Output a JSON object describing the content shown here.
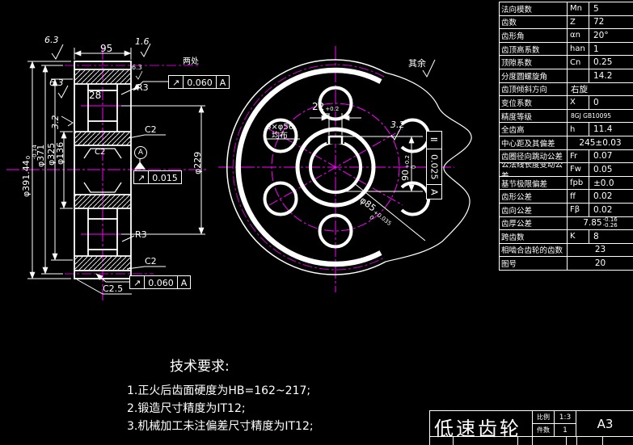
{
  "colors": {
    "background": "#000000",
    "line": "#FFFFFF",
    "centerline": "#FF00FF",
    "pitch_line": "#C800C8"
  },
  "drawing": {
    "tech_requirements": {
      "title": "技术要求:",
      "items": [
        "1.正火后齿面硬度为HB=162~217;",
        "2.锻造尺寸精度为IT12;",
        "3.机械加工未注偏差尺寸精度为IT12;"
      ]
    },
    "left_view": {
      "dim_width": "95",
      "dim_28": "28",
      "rough_top_left": "6.3",
      "rough_top_right": "1.6",
      "rough_flank": "6.3",
      "rough_left_face": "6.3",
      "rough_left_face2": "3.2",
      "r3_top": "R3",
      "r3_bottom": "R3",
      "c2_rim_top": "C2",
      "c2_bore_top": "C2",
      "c2_rim_bottom": "C2",
      "c25_bottom": "C2.5",
      "dia_outer": "φ391.44",
      "dia_outer_tol_up": "0",
      "dia_outer_tol_dn": "-0.14",
      "dia_371": "φ371",
      "dia_325": "φ325",
      "dia_136": "φ136",
      "dia_229": "φ229",
      "note_two_places": "两处",
      "fcf_top": {
        "symbol": "↗",
        "value": "0.060",
        "datum": "A"
      },
      "fcf_mid": {
        "symbol": "↗",
        "value": "0.015"
      },
      "fcf_bottom": {
        "symbol": "↗",
        "value": "0.060",
        "datum": "A"
      },
      "datum_label": "A"
    },
    "front_view": {
      "rest_note": "其余",
      "holes_note_line1": "6×φ56",
      "holes_note_line2": "均布",
      "keyway_width": "22",
      "keyway_width_tol_up": "+0.2",
      "keyway_width_tol_dn": "0",
      "keyway_depth": "90",
      "keyway_depth_tol_up": "+0.2",
      "keyway_depth_tol_dn": "0",
      "bore_dia": "φ85",
      "bore_dia_tol_up": "+0.035",
      "bore_dia_tol_dn": "0",
      "rough_keyway": "3.2",
      "fcf_symmetry": {
        "symbol": "=",
        "value": "0.025",
        "datum": "A"
      }
    }
  },
  "param_table": {
    "rows": [
      {
        "label": "法向模数",
        "sym": "Mn",
        "val": "5"
      },
      {
        "label": "齿数",
        "sym": "Z",
        "val": "72"
      },
      {
        "label": "齿形角",
        "sym": "αn",
        "val": "20°"
      },
      {
        "label": "齿顶高系数",
        "sym": "han",
        "val": "1"
      },
      {
        "label": "顶隙系数",
        "sym": "Cn",
        "val": "0.25"
      },
      {
        "label": "分度圆螺旋角",
        "sym": "",
        "val": "14.2"
      },
      {
        "label": "齿顶倾斜方向",
        "sym": "",
        "val": "右旋"
      },
      {
        "label": "变位系数",
        "sym": "X",
        "val": "0"
      },
      {
        "label": "精度等级",
        "sym": "",
        "val": "8GJ GB10095"
      },
      {
        "label": "全齿高",
        "sym": "h",
        "val": "11.4"
      },
      {
        "label": "中心距及其偏差",
        "sym": "",
        "val": "245±0.03"
      },
      {
        "label": "齿圈径向跳动公差",
        "sym": "Fr",
        "val": "0.07"
      },
      {
        "label": "公法线长度变动公差",
        "sym": "Fw",
        "val": "0.05"
      },
      {
        "label": "基节极限偏差",
        "sym": "fpb",
        "val": "±0.0"
      },
      {
        "label": "齿形公差",
        "sym": "ff",
        "val": "0.02"
      },
      {
        "label": "齿向公差",
        "sym": "Fβ",
        "val": "0.02"
      },
      {
        "label": "齿厚公差",
        "sym": "",
        "val": "7.85",
        "val_up": "-0.16",
        "val_dn": "-0.26"
      },
      {
        "label": "跨齿数",
        "sym": "K",
        "val": "8"
      },
      {
        "label": "相啮合齿轮的齿数",
        "sym": "",
        "val": "23"
      },
      {
        "label": "图号",
        "sym": "",
        "val": "20"
      }
    ]
  },
  "title_block": {
    "part_name": "低速齿轮",
    "scale_label": "比例",
    "scale_value": "1:3",
    "qty_label": "件数",
    "qty_value": "1",
    "sheet_size": "A3"
  }
}
